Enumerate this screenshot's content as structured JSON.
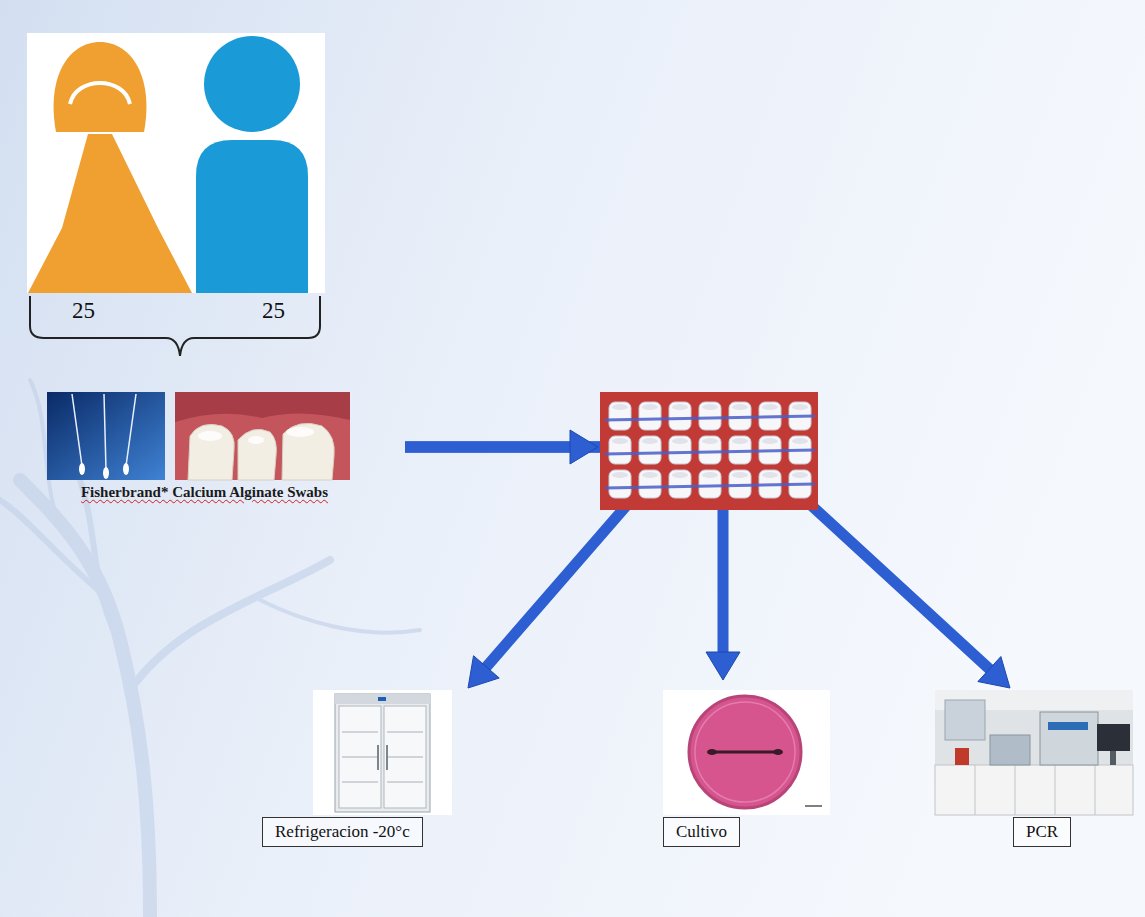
{
  "diagram": {
    "nodes": [
      {
        "text": [
          "Fisherbrand* Calcium Alginate Swabs"
        ]
      },
      {
        "text": [
          "Refrigeracion -20°c"
        ]
      },
      {
        "text": [
          "Cultivo"
        ]
      },
      {
        "text": [
          "PCR"
        ]
      }
    ],
    "edges": [
      {
        "from": 0,
        "to": 1,
        "arrow": "to"
      },
      {
        "from": 0,
        "to": 2,
        "arrow": "to"
      },
      {
        "from": 0,
        "to": 3,
        "arrow": "to"
      }
    ],
    "labels": [
      "25",
      "25"
    ]
  }
}
